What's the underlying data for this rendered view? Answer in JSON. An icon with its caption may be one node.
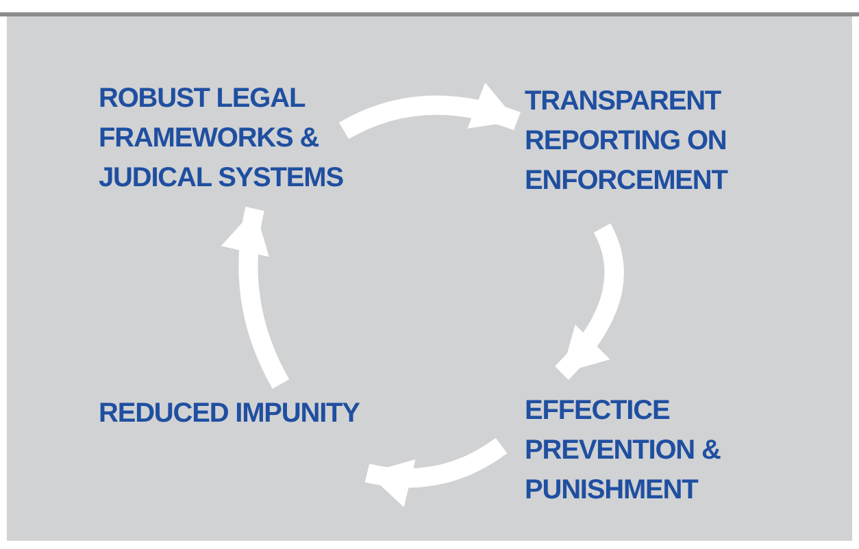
{
  "diagram": {
    "nodes": [
      {
        "text": [
          "ROBUST LEGAL FRAMEWORKS & JUDICAL SYSTEMS"
        ]
      },
      {
        "text": [
          "TRANSPARENT REPORTING ON ENFORCEMENT"
        ]
      },
      {
        "text": [
          "EFFECTICE PREVENTION & PUNISHMENT"
        ]
      },
      {
        "text": [
          "REDUCED IMPUNITY"
        ]
      }
    ],
    "edges": [
      {
        "from": 0,
        "to": 1,
        "arrow": "to"
      },
      {
        "from": 1,
        "to": 2,
        "arrow": "to"
      },
      {
        "from": 2,
        "to": 3,
        "arrow": "to"
      },
      {
        "from": 3,
        "to": 0,
        "arrow": "to"
      }
    ]
  }
}
